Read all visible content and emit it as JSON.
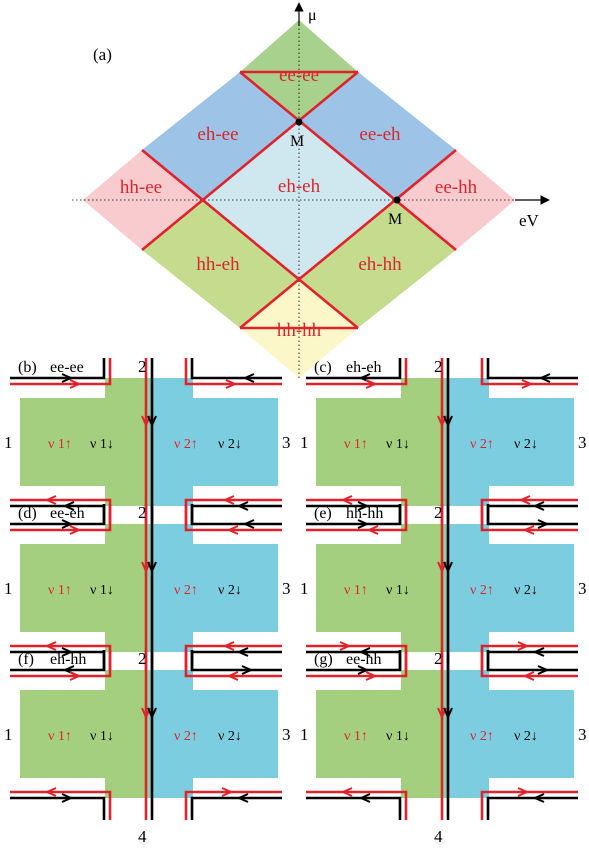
{
  "panel_a": {
    "label": "(a)",
    "axis_y": "μ",
    "axis_x": "eV",
    "point_label_top": "M",
    "point_label_right": "M",
    "regions": [
      {
        "id": "top",
        "text": "ee-ee",
        "fill": "#a9d18e"
      },
      {
        "id": "upper-left",
        "text": "eh-ee",
        "fill": "#9dc3e6"
      },
      {
        "id": "upper-right",
        "text": "ee-eh",
        "fill": "#9dc3e6"
      },
      {
        "id": "left",
        "text": "hh-ee",
        "fill": "#f8cbcf"
      },
      {
        "id": "center",
        "text": "eh-eh",
        "fill": "#cfe8f0"
      },
      {
        "id": "right",
        "text": "ee-hh",
        "fill": "#f8cbcf"
      },
      {
        "id": "lower-left",
        "text": "hh-eh",
        "fill": "#c5dc8e"
      },
      {
        "id": "lower-right",
        "text": "eh-hh",
        "fill": "#c5dc8e"
      },
      {
        "id": "bottom",
        "text": "hh-hh",
        "fill": "#fbf7c8"
      }
    ]
  },
  "colors": {
    "line_red": "#e0222c",
    "line_black": "#000000",
    "left_region": "#a3cf7e",
    "right_region": "#7dcde0",
    "label_red": "#e0222c"
  },
  "junction_text": {
    "terminal_1": "1",
    "terminal_2": "2",
    "terminal_3": "3",
    "terminal_4": "4",
    "nu_left_up": "ν 1↑",
    "nu_left_down": "ν 1↓",
    "nu_right_up": "ν 2↑",
    "nu_right_down": "ν 2↓"
  },
  "panels": [
    {
      "key": "b",
      "label": "(b)",
      "name": "ee-ee",
      "arrows": {
        "top_left_red": "right",
        "top_left_black": "right",
        "bot_left_red": "left",
        "bot_left_black": "left",
        "top_right_red": "right",
        "top_right_black": "left",
        "bot_right_red": "left",
        "bot_right_black": "left"
      }
    },
    {
      "key": "c",
      "label": "(c)",
      "name": "eh-eh",
      "arrows": {
        "top_left_red": "right",
        "top_left_black": "left",
        "bot_left_red": "left",
        "bot_left_black": "right",
        "top_right_red": "right",
        "top_right_black": "left",
        "bot_right_red": "left",
        "bot_right_black": "left"
      }
    },
    {
      "key": "d",
      "label": "(d)",
      "name": "ee-eh",
      "arrows": {
        "top_left_red": "right",
        "top_left_black": "right",
        "bot_left_red": "left",
        "bot_left_black": "right",
        "top_right_red": "left",
        "top_right_black": "left",
        "bot_right_red": "left",
        "bot_right_black": "left"
      }
    },
    {
      "key": "e",
      "label": "(e)",
      "name": "hh-hh",
      "arrows": {
        "top_left_red": "left",
        "top_left_black": "right",
        "bot_left_red": "right",
        "bot_left_black": "left",
        "top_right_red": "left",
        "top_right_black": "right",
        "bot_right_red": "right",
        "bot_right_black": "left"
      }
    },
    {
      "key": "f",
      "label": "(f)",
      "name": "eh-hh",
      "arrows": {
        "top_left_red": "right",
        "top_left_black": "left",
        "bot_left_red": "left",
        "bot_left_black": "right",
        "top_right_red": "left",
        "top_right_black": "right",
        "bot_right_red": "right",
        "bot_right_black": "left"
      }
    },
    {
      "key": "g",
      "label": "(g)",
      "name": "ee-hh",
      "arrows": {
        "top_left_red": "right",
        "top_left_black": "right",
        "bot_left_red": "left",
        "bot_left_black": "left",
        "top_right_red": "left",
        "top_right_black": "right",
        "bot_right_red": "right",
        "bot_right_black": "left"
      }
    }
  ]
}
